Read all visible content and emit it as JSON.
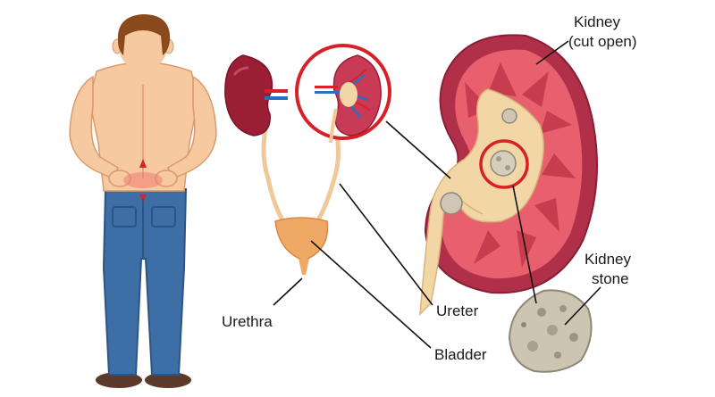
{
  "labels": {
    "kidney_line1": "Kidney",
    "kidney_line2": "(cut open)",
    "stone_line1": "Kidney",
    "stone_line2": "stone",
    "ureter": "Ureter",
    "urethra": "Urethra",
    "bladder": "Bladder"
  },
  "icons": {
    "person": "person-back-pain-icon",
    "urinary_system": "urinary-system-icon",
    "kidney": "kidney-cross-section-icon",
    "stone": "kidney-stone-icon"
  },
  "colors": {
    "highlight_ring": "#d92027",
    "kidney_outer": "#b0304a",
    "kidney_inner": "#e8606e",
    "pelvis": "#f2d6a6",
    "bladder": "#f0a964",
    "jeans": "#3d6ea5",
    "skin": "#f6c9a0",
    "hair": "#8a4a1e"
  }
}
